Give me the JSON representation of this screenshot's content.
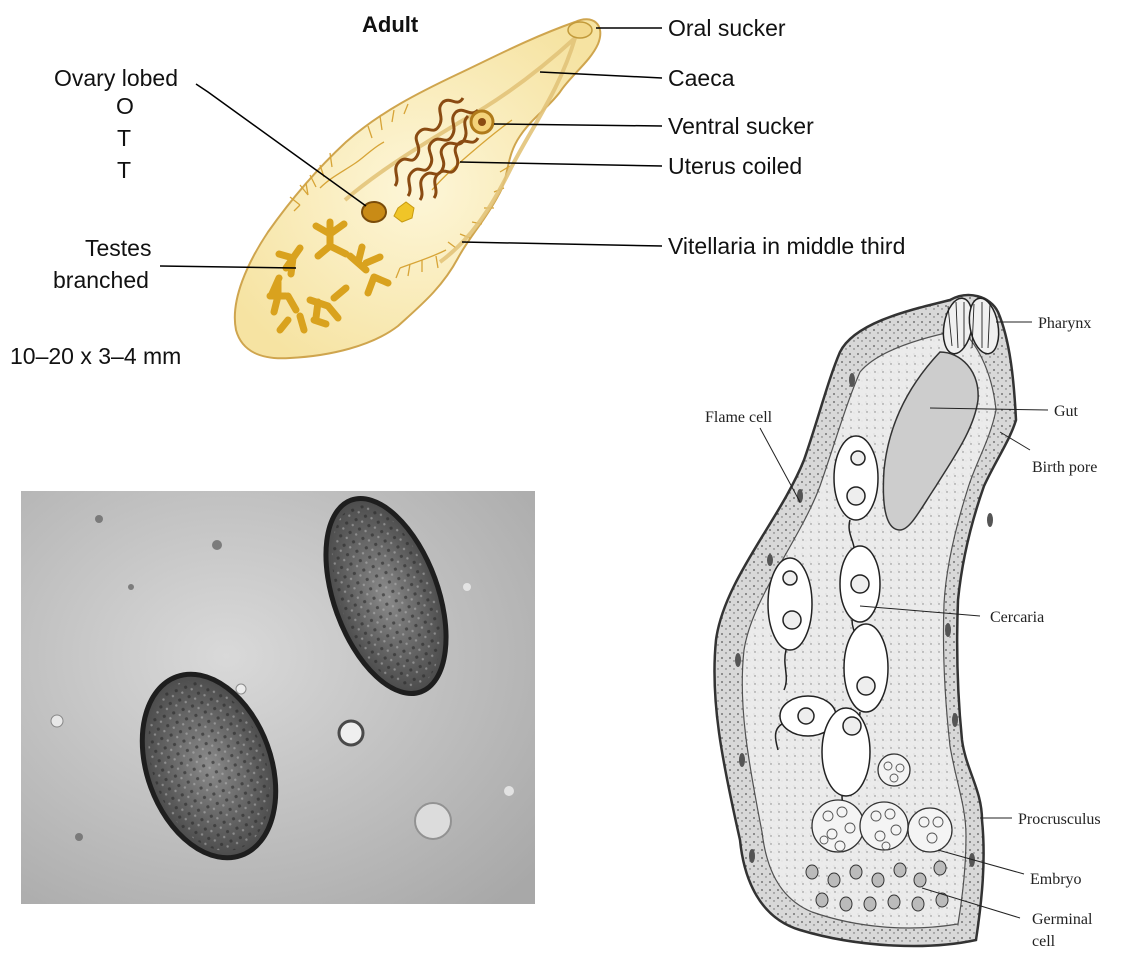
{
  "adult_diagram": {
    "title": "Adult",
    "labels": {
      "oral_sucker": "Oral sucker",
      "caeca": "Caeca",
      "ventral_sucker": "Ventral sucker",
      "uterus": "Uterus coiled",
      "vitellaria": "Vitellaria in middle third",
      "ovary": "Ovary lobed",
      "ott_1": "O",
      "ott_2": "T",
      "ott_3": "T",
      "testes_1": "Testes",
      "testes_2": "branched"
    },
    "size_note": "10–20 x 3–4 mm",
    "colors": {
      "body": "#fbefc0",
      "outline": "#c8a24a",
      "organ": "#d9a21e",
      "uterus": "#8a4b12"
    }
  },
  "egg_photo": {
    "description_free": true,
    "colors": {
      "background": "#c9c9c9",
      "shell": "#1e1e1e"
    }
  },
  "redia_diagram": {
    "labels": {
      "pharynx": "Pharynx",
      "gut": "Gut",
      "birth_pore": "Birth pore",
      "flame_cell": "Flame cell",
      "cercaria": "Cercaria",
      "procrusculus": "Procrusculus",
      "embryo": "Embryo",
      "germinal_1": "Germinal",
      "germinal_2": "cell"
    },
    "colors": {
      "fill": "#d6d6d6",
      "outline": "#333333"
    }
  }
}
